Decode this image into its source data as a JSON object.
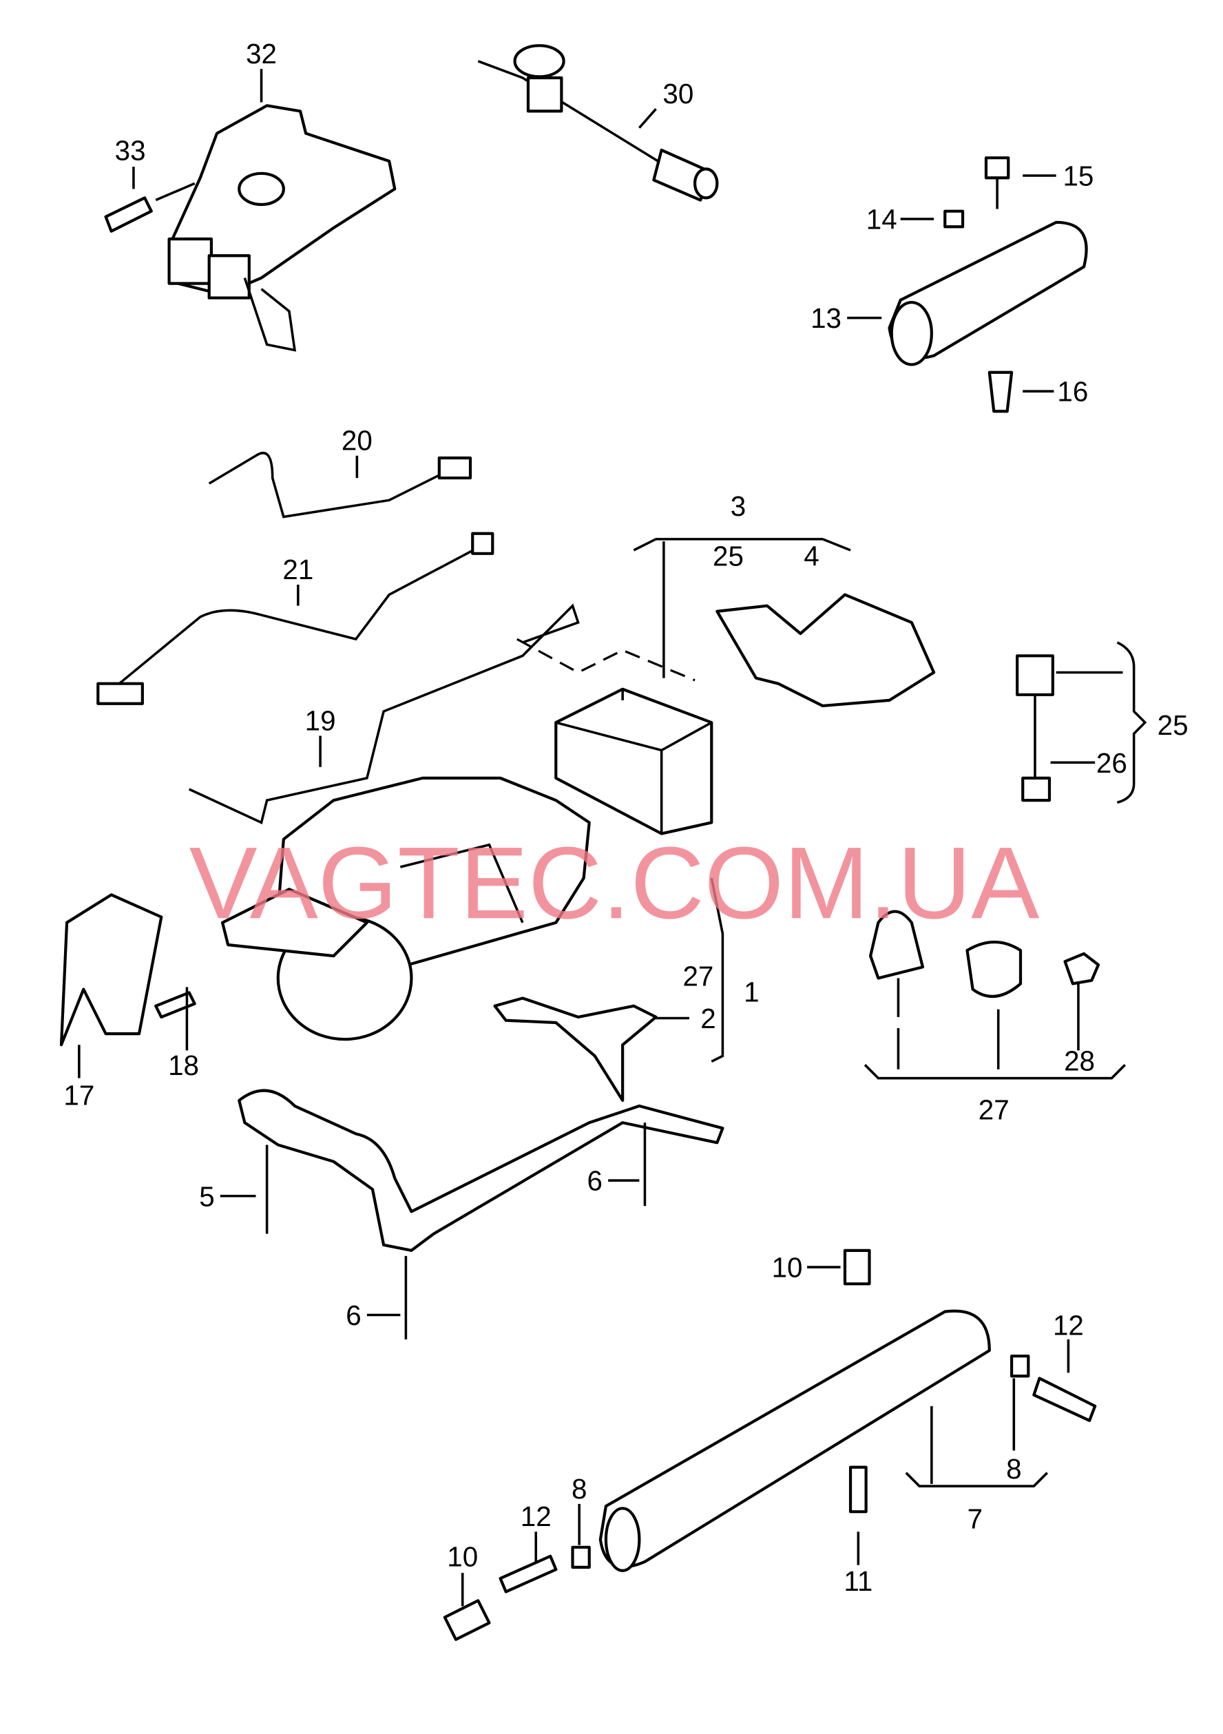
{
  "watermark": "VAGTEC.COM.UA",
  "callouts": [
    "32",
    "33",
    "30",
    "15",
    "14",
    "13",
    "16",
    "20",
    "3",
    "25",
    "4",
    "21",
    "25",
    "26",
    "19",
    "27",
    "1",
    "2",
    "17",
    "18",
    "28",
    "27",
    "5",
    "6",
    "6",
    "10",
    "12",
    "8",
    "7",
    "11",
    "12",
    "8",
    "10"
  ]
}
